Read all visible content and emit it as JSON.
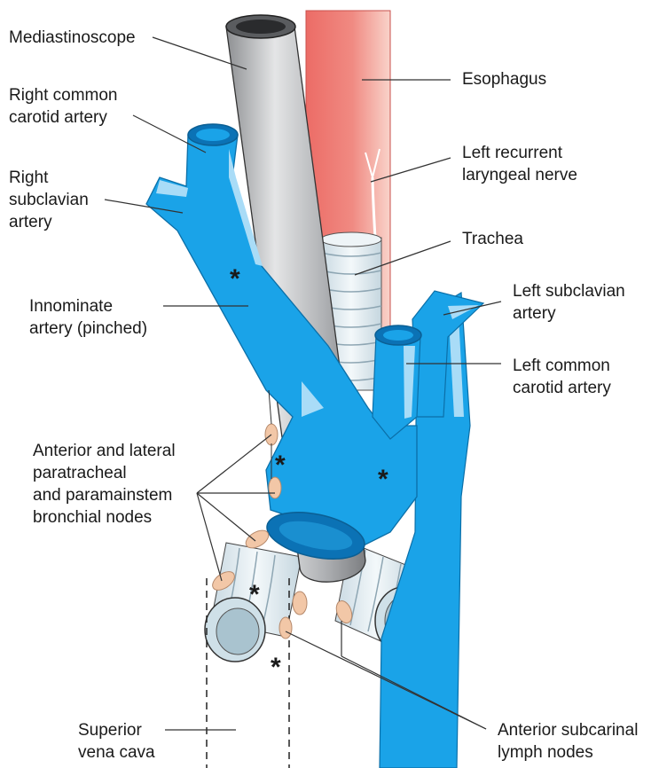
{
  "labels": {
    "mediastinoscope": "Mediastinoscope",
    "esophagus": "Esophagus",
    "right_common_carotid": "Right common\ncarotid artery",
    "left_recurrent_laryngeal": "Left recurrent\nlaryngeal nerve",
    "right_subclavian": "Right\nsubclavian\nartery",
    "trachea": "Trachea",
    "left_subclavian": "Left subclavian\nartery",
    "innominate": "Innominate\nartery (pinched)",
    "left_common_carotid": "Left common\ncarotid artery",
    "paratracheal_nodes": "Anterior and lateral\nparatracheal\nand paramainstem\nbronchial nodes",
    "superior_vena_cava": "Superior\nvena cava",
    "subcarinal_nodes": "Anterior subcarinal\nlymph nodes"
  },
  "markers": {
    "asterisk": "*"
  },
  "colors": {
    "vessel": "#1aa3e8",
    "vessel_highlight": "#a9dcf7",
    "vessel_dark": "#0b72b5",
    "esophagus": "#ee7670",
    "esophagus_light": "#f8c4bb",
    "scope": "#a8aaad",
    "scope_light": "#e2e3e4",
    "trachea": "#dfe9ee",
    "lymph_node": "#f2c7a7",
    "outline": "#222222"
  }
}
